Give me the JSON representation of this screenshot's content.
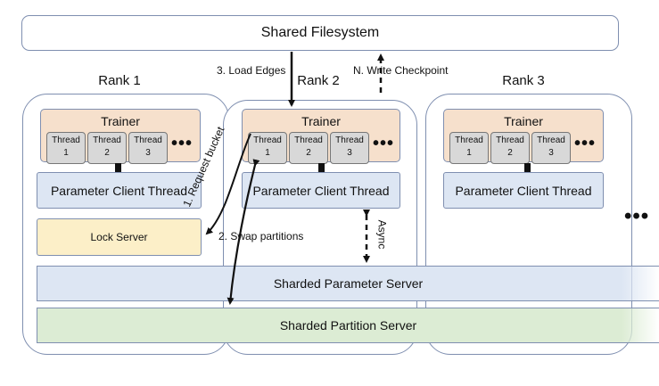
{
  "filesystem": {
    "label": "Shared Filesystem"
  },
  "ranks": [
    {
      "title": "Rank 1",
      "trainer": "Trainer",
      "threads": [
        "Thread\n1",
        "Thread\n2",
        "Thread\n3"
      ],
      "ellipsis": "•••",
      "client": "Parameter Client Thread"
    },
    {
      "title": "Rank 2",
      "trainer": "Trainer",
      "threads": [
        "Thread\n1",
        "Thread\n2",
        "Thread\n3"
      ],
      "ellipsis": "•••",
      "client": "Parameter Client Thread"
    },
    {
      "title": "Rank 3",
      "trainer": "Trainer",
      "threads": [
        "Thread\n1",
        "Thread\n2",
        "Thread\n3"
      ],
      "ellipsis": "•••",
      "client": "Parameter Client Thread"
    }
  ],
  "lock_server": "Lock Server",
  "param_server": "Sharded Parameter Server",
  "partition_server": "Sharded Partition Server",
  "more_ranks": "•••",
  "arrows": {
    "load_edges": "3. Load Edges",
    "write_checkpoint": "N. Write Checkpoint",
    "request_bucket": "1. Request bucket",
    "swap_partitions": "2. Swap partitions",
    "async": "Async"
  }
}
